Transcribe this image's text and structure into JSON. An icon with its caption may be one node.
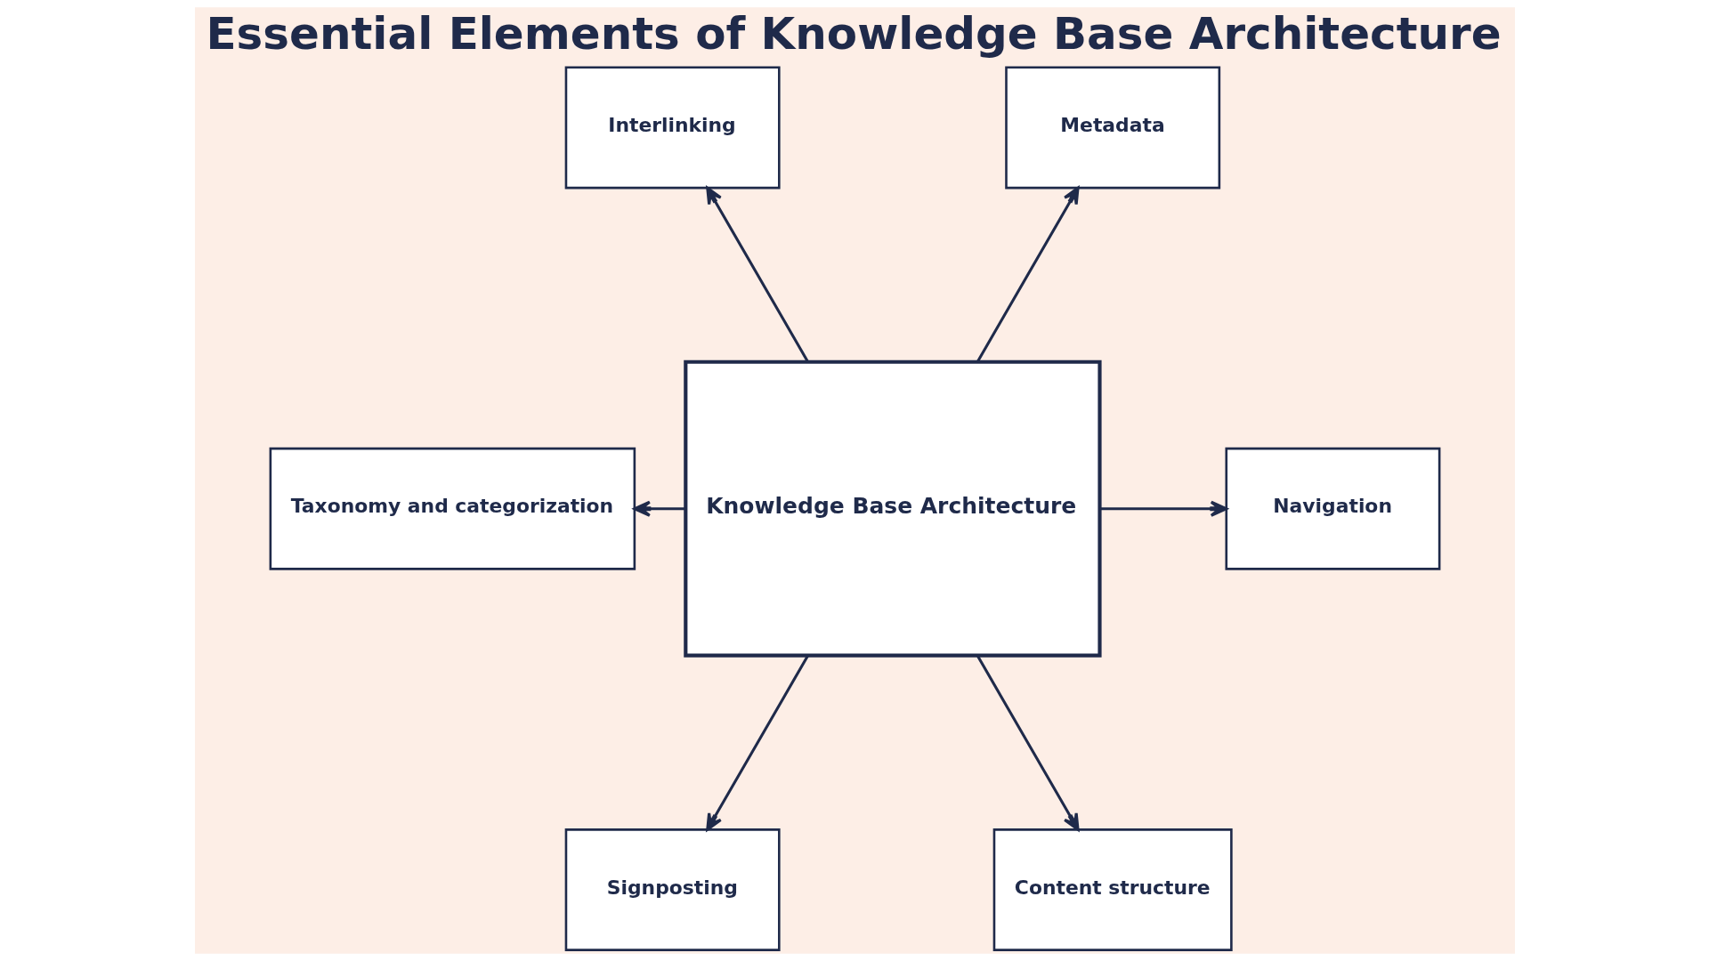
{
  "diagram": {
    "title": "Essential Elements of Knowledge Base Architecture",
    "nodes": [
      {
        "text": [
          "Interlinking"
        ]
      },
      {
        "text": [
          "Taxonomy and categorization"
        ]
      },
      {
        "text": [
          "Signposting"
        ]
      },
      {
        "text": [
          "Knowledge Base Architecture"
        ]
      },
      {
        "text": [
          "Metadata"
        ]
      },
      {
        "text": [
          "Navigation"
        ]
      },
      {
        "text": [
          "Content structure"
        ]
      }
    ],
    "edges": [
      {
        "from": 3,
        "to": 0,
        "arrow": "to"
      },
      {
        "from": 3,
        "to": 1,
        "arrow": "to"
      },
      {
        "from": 3,
        "to": 2,
        "arrow": "to"
      },
      {
        "from": 3,
        "to": 4,
        "arrow": "to"
      },
      {
        "from": 3,
        "to": 5,
        "arrow": "to"
      },
      {
        "from": 3,
        "to": 6,
        "arrow": "to"
      }
    ]
  }
}
